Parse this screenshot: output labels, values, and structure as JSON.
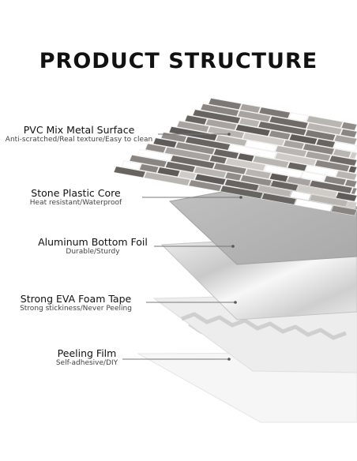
{
  "page": {
    "title": "PRODUCT STRUCTURE"
  },
  "layers": [
    {
      "name": "PVC Mix Metal Surface",
      "desc": "Anti-scratched/Real texture/Easy to clean"
    },
    {
      "name": "Stone Plastic Core",
      "desc": "Heat resistant/Waterproof"
    },
    {
      "name": "Aluminum Bottom Foil",
      "desc": "Durable/Sturdy"
    },
    {
      "name": "Strong EVA Foam Tape",
      "desc": "Strong stickiness/Never Peeling"
    },
    {
      "name": "Peeling Film",
      "desc": "Self-adhesive/DIY"
    }
  ],
  "colors": {
    "title": "#111111",
    "leader_line": "#777777",
    "stone_core": "#b5b5b5",
    "aluminum": "#d9d9d9",
    "foam": "#ececec",
    "film": "#f6f6f6"
  }
}
